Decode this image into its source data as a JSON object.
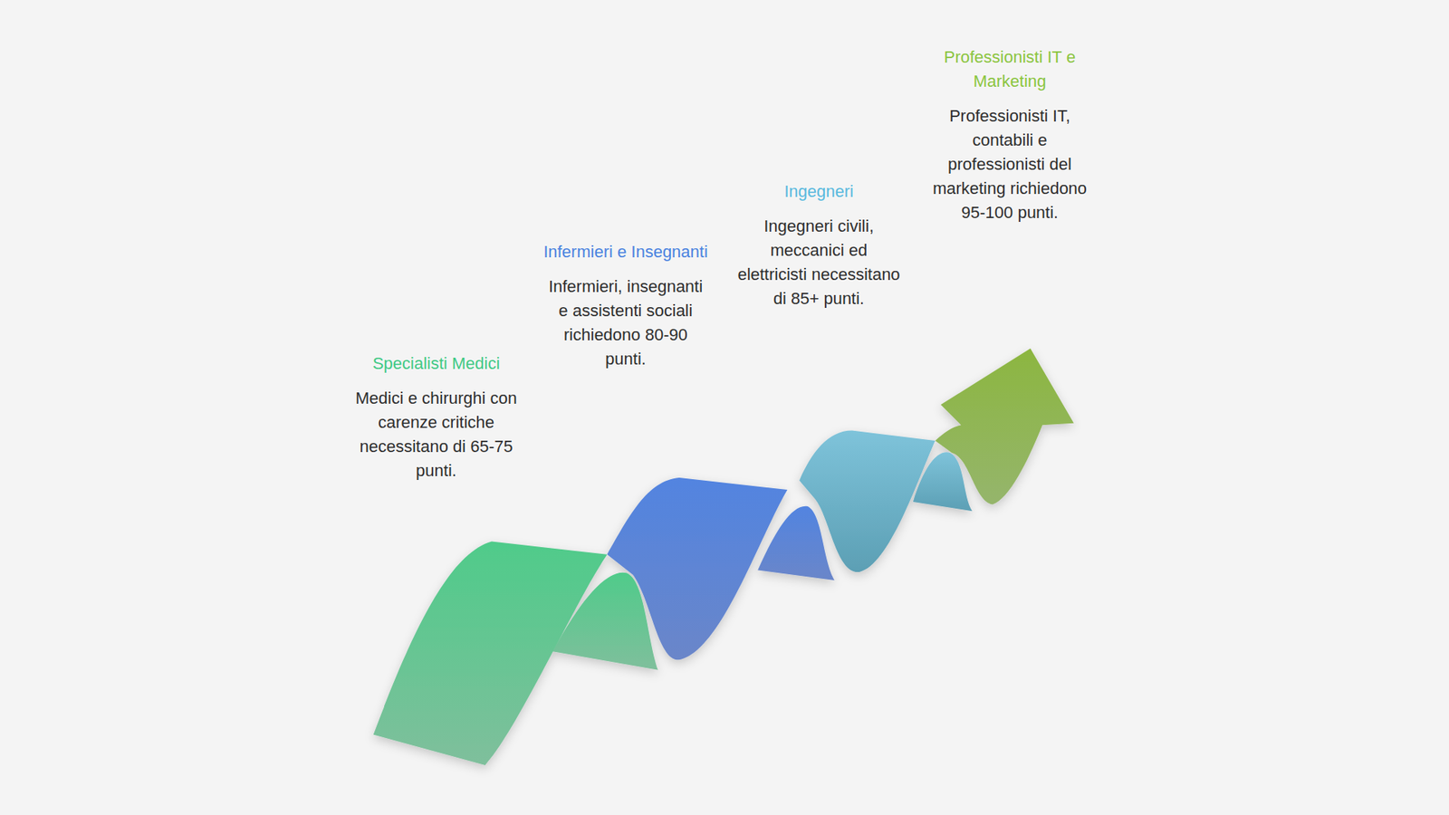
{
  "diagram": {
    "nodes": [
      {
        "text": [
          "Specialisti Medici",
          "Medici e chirurghi con carenze critiche necessitano di 65-75 punti."
        ]
      },
      {
        "text": [
          "Infermieri e Insegnanti",
          "Infermieri, insegnanti e assistenti sociali richiedono 80-90 punti."
        ]
      },
      {
        "text": [
          "Ingegneri",
          "Ingegneri civili, meccanici ed elettricisti necessitano di 85+ punti."
        ]
      },
      {
        "text": [
          "Professionisti IT e Marketing",
          "Professionisti IT, contabili e professionisti del marketing richiedono 95-100 punti."
        ]
      }
    ]
  }
}
